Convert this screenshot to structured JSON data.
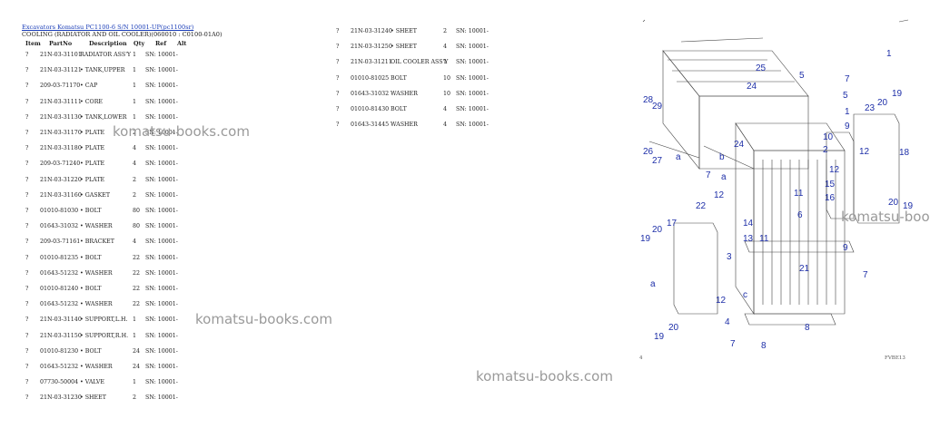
{
  "header": {
    "link_text": "Excavators Komatsu PC1100-6 S/N 10001-UP(pc1100sr)",
    "subtitle": "COOLING (RADIATOR AND OIL COOLER)(060010 : C0100-01A0)"
  },
  "columns": [
    "Item",
    "PartNo",
    "Description",
    "Qty",
    "Ref",
    "Alt"
  ],
  "parts_left": [
    {
      "item": "?",
      "part": "21N-03-31101",
      "desc": "RADIATOR ASS'Y",
      "qty": "1",
      "sn": "SN: 10001-"
    },
    {
      "item": "?",
      "part": "21N-03-31121",
      "desc": "• TANK,UPPER",
      "qty": "1",
      "sn": "SN: 10001-"
    },
    {
      "item": "?",
      "part": "209-03-71170",
      "desc": "• CAP",
      "qty": "1",
      "sn": "SN: 10001-"
    },
    {
      "item": "?",
      "part": "21N-03-31111",
      "desc": "• CORE",
      "qty": "1",
      "sn": "SN: 10001-"
    },
    {
      "item": "?",
      "part": "21N-03-31130",
      "desc": "• TANK,LOWER",
      "qty": "1",
      "sn": "SN: 10001-"
    },
    {
      "item": "?",
      "part": "21N-03-31170",
      "desc": "• PLATE",
      "qty": "2",
      "sn": "SN: 10001-"
    },
    {
      "item": "?",
      "part": "21N-03-31180",
      "desc": "• PLATE",
      "qty": "4",
      "sn": "SN: 10001-"
    },
    {
      "item": "?",
      "part": "209-03-71240",
      "desc": "• PLATE",
      "qty": "4",
      "sn": "SN: 10001-"
    },
    {
      "item": "?",
      "part": "21N-03-31220",
      "desc": "• PLATE",
      "qty": "2",
      "sn": "SN: 10001-"
    },
    {
      "item": "?",
      "part": "21N-03-31160",
      "desc": "• GASKET",
      "qty": "2",
      "sn": "SN: 10001-"
    },
    {
      "item": "?",
      "part": "01010-81030",
      "desc": "• BOLT",
      "qty": "80",
      "sn": "SN: 10001-"
    },
    {
      "item": "?",
      "part": "01643-31032",
      "desc": "• WASHER",
      "qty": "80",
      "sn": "SN: 10001-"
    },
    {
      "item": "?",
      "part": "209-03-71161",
      "desc": "• BRACKET",
      "qty": "4",
      "sn": "SN: 10001-"
    },
    {
      "item": "?",
      "part": "01010-81235",
      "desc": "• BOLT",
      "qty": "22",
      "sn": "SN: 10001-"
    },
    {
      "item": "?",
      "part": "01643-51232",
      "desc": "• WASHER",
      "qty": "22",
      "sn": "SN: 10001-"
    },
    {
      "item": "?",
      "part": "01010-81240",
      "desc": "• BOLT",
      "qty": "22",
      "sn": "SN: 10001-"
    },
    {
      "item": "?",
      "part": "01643-51232",
      "desc": "• WASHER",
      "qty": "22",
      "sn": "SN: 10001-"
    },
    {
      "item": "?",
      "part": "21N-03-31140",
      "desc": "• SUPPORT,L.H.",
      "qty": "1",
      "sn": "SN: 10001-"
    },
    {
      "item": "?",
      "part": "21N-03-31150",
      "desc": "• SUPPORT,R.H.",
      "qty": "1",
      "sn": "SN: 10001-"
    },
    {
      "item": "?",
      "part": "01010-81230",
      "desc": "• BOLT",
      "qty": "24",
      "sn": "SN: 10001-"
    },
    {
      "item": "?",
      "part": "01643-51232",
      "desc": "• WASHER",
      "qty": "24",
      "sn": "SN: 10001-"
    },
    {
      "item": "?",
      "part": "07730-50004",
      "desc": "• VALVE",
      "qty": "1",
      "sn": "SN: 10001-"
    },
    {
      "item": "?",
      "part": "21N-03-31230",
      "desc": "• SHEET",
      "qty": "2",
      "sn": "SN: 10001-"
    }
  ],
  "parts_right": [
    {
      "item": "?",
      "part": "21N-03-31240",
      "desc": "• SHEET",
      "qty": "2",
      "sn": "SN: 10001-"
    },
    {
      "item": "?",
      "part": "21N-03-31250",
      "desc": "• SHEET",
      "qty": "4",
      "sn": "SN: 10001-"
    },
    {
      "item": "?",
      "part": "21N-03-31211",
      "desc": "OIL COOLER ASS'Y",
      "qty": "1",
      "sn": "SN: 10001-"
    },
    {
      "item": "?",
      "part": "01010-81025",
      "desc": "BOLT",
      "qty": "10",
      "sn": "SN: 10001-"
    },
    {
      "item": "?",
      "part": "01643-31032",
      "desc": "WASHER",
      "qty": "10",
      "sn": "SN: 10001-"
    },
    {
      "item": "?",
      "part": "01010-81430",
      "desc": "BOLT",
      "qty": "4",
      "sn": "SN: 10001-"
    },
    {
      "item": "?",
      "part": "01643-31445",
      "desc": "WASHER",
      "qty": "4",
      "sn": "SN: 10001-"
    }
  ],
  "watermarks": [
    "komatsu-books.com",
    "komatsu-books.com",
    "komatsu-books.com",
    "komatsu-books.com"
  ],
  "diagram": {
    "callouts": [
      "25",
      "24",
      "5",
      "7",
      "5",
      "1",
      "28",
      "29",
      "26",
      "27",
      "a",
      "7",
      "24",
      "b",
      "9",
      "10",
      "2",
      "23",
      "20",
      "19",
      "18",
      "12",
      "15",
      "16",
      "11",
      "6",
      "12",
      "14",
      "22",
      "17",
      "20",
      "19",
      "13",
      "11",
      "3",
      "9",
      "21",
      "8",
      "7",
      "a",
      "12",
      "c",
      "4",
      "8",
      "20",
      "19",
      "7",
      "1",
      "12",
      "20",
      "19",
      "a"
    ],
    "page_number": "4",
    "figure_code": "FVBE13"
  }
}
